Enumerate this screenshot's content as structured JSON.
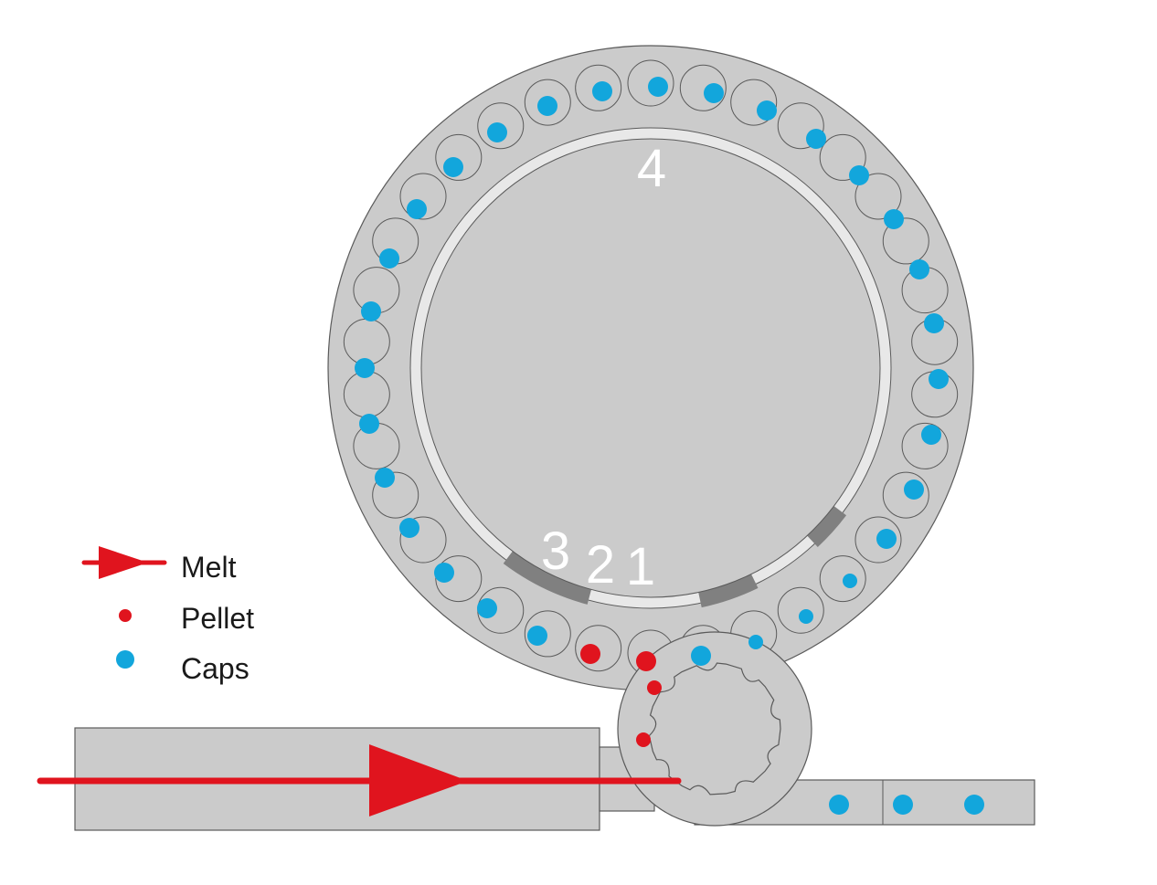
{
  "colors": {
    "body": "#cbcbcb",
    "outline": "#5a5a5a",
    "track": "#e8e8e8",
    "track_dark": "#808080",
    "cap": "#12a6dc",
    "pellet": "#e0141e",
    "melt": "#e0141e"
  },
  "stage_labels": {
    "s4": "4",
    "s3": "3",
    "s2": "2",
    "s1": "1"
  },
  "legend": {
    "melt": {
      "label": "Melt",
      "icon": "arrow-icon"
    },
    "pellet": {
      "label": "Pellet",
      "icon": "red-dot-icon"
    },
    "caps": {
      "label": "Caps",
      "icon": "blue-dot-icon"
    }
  }
}
